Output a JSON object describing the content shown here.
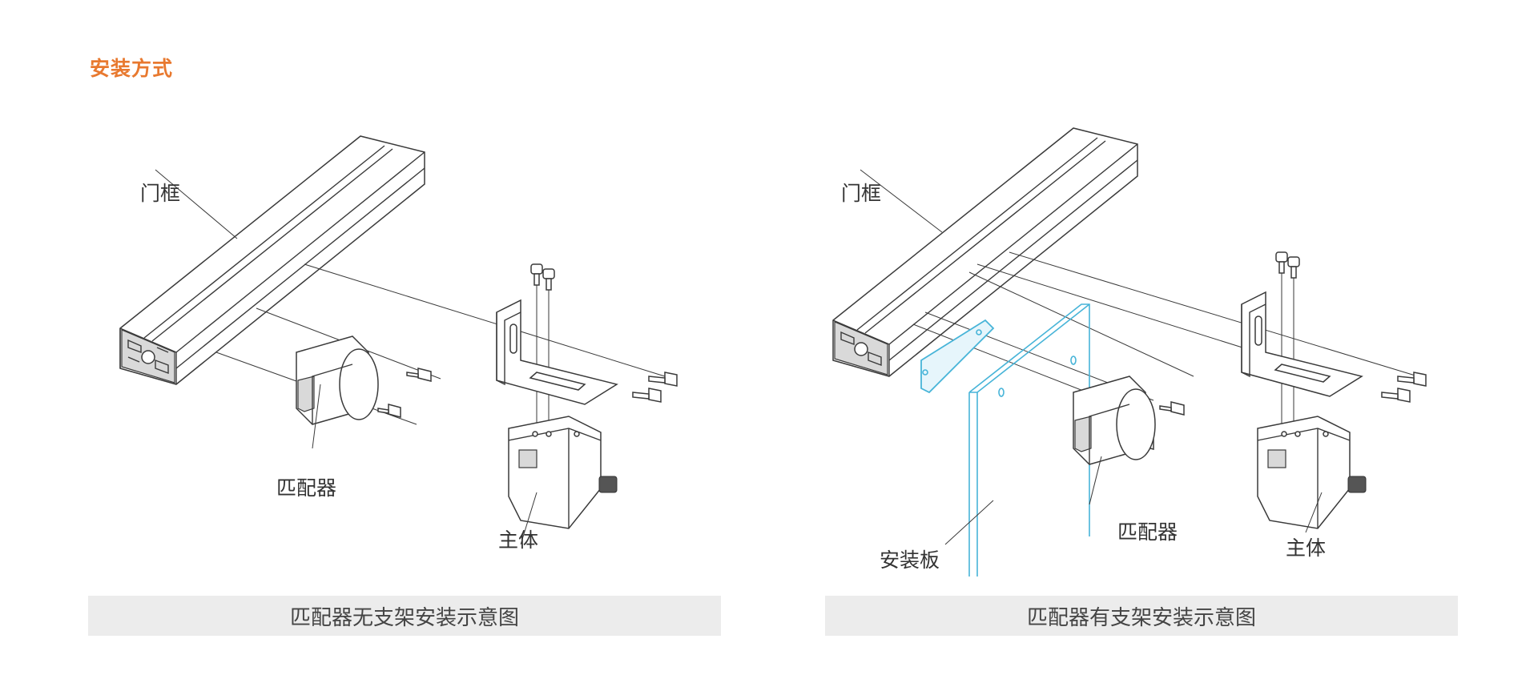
{
  "header": {
    "title": "安装方式"
  },
  "left": {
    "labels": {
      "frame": "门框",
      "matcher": "匹配器",
      "body": "主体"
    },
    "caption": "匹配器无支架安装示意图"
  },
  "right": {
    "labels": {
      "frame": "门框",
      "plate": "安装板",
      "matcher": "匹配器",
      "body": "主体"
    },
    "caption": "匹配器有支架安装示意图"
  },
  "colors": {
    "title": "#e8792f",
    "caption_bg": "#ececec",
    "plate_outline": "#47b4d8"
  }
}
